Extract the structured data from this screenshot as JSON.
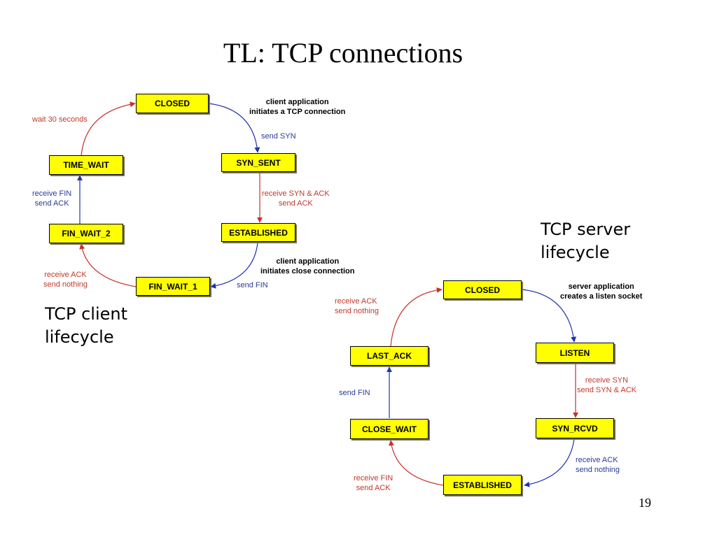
{
  "title": "TL: TCP connections",
  "page_number": "19",
  "colors": {
    "state_fill": "#ffff00",
    "red_arrow": "#c8302c",
    "blue_arrow": "#2233aa"
  },
  "client": {
    "caption": [
      "TCP client",
      "lifecycle"
    ],
    "states": {
      "closed": "CLOSED",
      "syn_sent": "SYN_SENT",
      "established": "ESTABLISHED",
      "fin_wait_1": "FIN_WAIT_1",
      "fin_wait_2": "FIN_WAIT_2",
      "time_wait": "TIME_WAIT"
    },
    "labels": {
      "initiate": [
        "client application",
        "initiates a TCP connection"
      ],
      "send_syn": "send SYN",
      "recv_synack": [
        "receive SYN & ACK",
        "send ACK"
      ],
      "close": [
        "client application",
        "initiates close connection"
      ],
      "send_fin": "send FIN",
      "recv_ack": [
        "receive  ACK",
        "send nothing"
      ],
      "recv_fin": [
        "receive FIN",
        "send ACK"
      ],
      "wait": "wait 30 seconds"
    }
  },
  "server": {
    "caption": [
      "TCP server",
      "lifecycle"
    ],
    "states": {
      "closed": "CLOSED",
      "listen": "LISTEN",
      "syn_rcvd": "SYN_RCVD",
      "established": "ESTABLISHED",
      "close_wait": "CLOSE_WAIT",
      "last_ack": "LAST_ACK"
    },
    "labels": {
      "create": [
        "server application",
        "creates a listen socket"
      ],
      "recv_syn": [
        "receive SYN",
        "send SYN & ACK"
      ],
      "recv_ack": [
        "receive  ACK",
        "send nothing"
      ],
      "recv_fin": [
        "receive FIN",
        "send ACK"
      ],
      "send_fin": "send FIN",
      "recv_ack2": [
        "receive  ACK",
        "send nothing"
      ]
    }
  }
}
